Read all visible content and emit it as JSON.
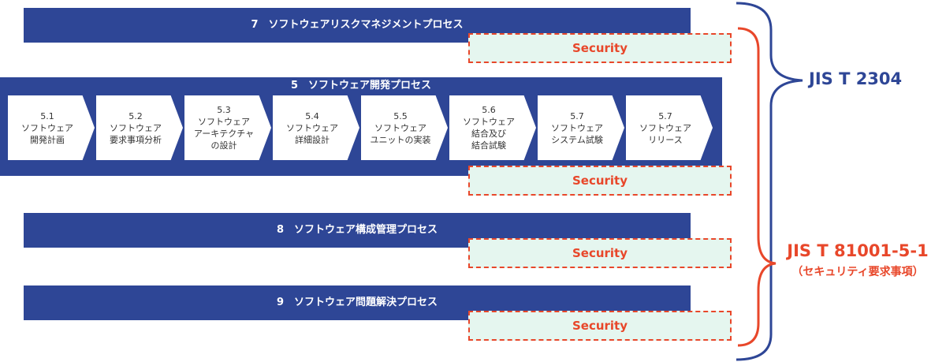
{
  "processes": {
    "risk": "7　ソフトウェアリスクマネジメントプロセス",
    "dev": "5　ソフトウェア開発プロセス",
    "config": "8　ソフトウェア構成管理プロセス",
    "problem": "9　ソフトウェア問題解決プロセス"
  },
  "security_label": "Security",
  "steps": [
    {
      "num": "5.1",
      "lines": [
        "ソフトウェア",
        "開発計画"
      ]
    },
    {
      "num": "5.2",
      "lines": [
        "ソフトウェア",
        "要求事項分析"
      ]
    },
    {
      "num": "5.3",
      "lines": [
        "ソフトウェア",
        "アーキテクチャ",
        "の設計"
      ]
    },
    {
      "num": "5.4",
      "lines": [
        "ソフトウェア",
        "詳細設計"
      ]
    },
    {
      "num": "5.5",
      "lines": [
        "ソフトウェア",
        "ユニットの実装"
      ]
    },
    {
      "num": "5.6",
      "lines": [
        "ソフトウェア",
        "結合及び",
        "結合試験"
      ]
    },
    {
      "num": "5.7",
      "lines": [
        "ソフトウェア",
        "システム試験"
      ]
    },
    {
      "num": "5.7",
      "lines": [
        "ソフトウェア",
        "リリース"
      ]
    }
  ],
  "standards": {
    "jis2304": "JIS T 2304",
    "jis81001": "JIS T 81001-5-1",
    "jis81001_sub": "（セキュリティ要求事項）"
  },
  "colors": {
    "navy": "#2e4696",
    "red": "#e8472a",
    "security_bg": "#e5f6ef"
  }
}
